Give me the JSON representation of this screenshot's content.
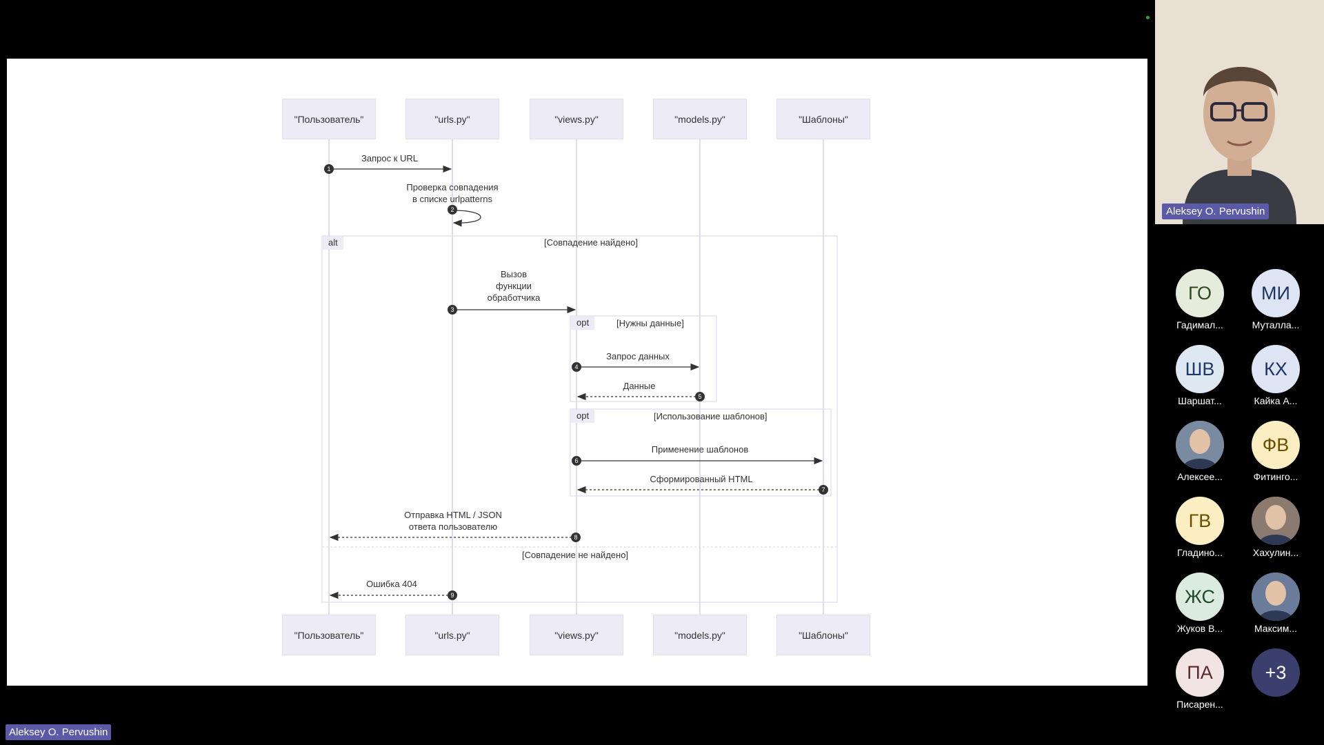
{
  "diagram": {
    "participants": [
      "\"Пользователь\"",
      "\"urls.py\"",
      "\"views.py\"",
      "\"models.py\"",
      "\"Шаблоны\""
    ],
    "messages": {
      "m1": "Запрос к URL",
      "m2_line1": "Проверка совпадения",
      "m2_line2": "в списке urlpatterns",
      "m3_line1": "Вызов",
      "m3_line2": "функции",
      "m3_line3": "обработчика",
      "m4": "Запрос данных",
      "m5": "Данные",
      "m6": "Применение шаблонов",
      "m7": "Сформированный HTML",
      "m8_line1": "Отправка HTML / JSON",
      "m8_line2": "ответа пользователю",
      "m9": "Ошибка 404"
    },
    "fragments": {
      "alt_tag": "alt",
      "alt_guard": "[Совпадение найдено]",
      "else_guard": "[Совпадение не найдено]",
      "opt1_tag": "opt",
      "opt1_guard": "[Нужны данные]",
      "opt2_tag": "opt",
      "opt2_guard": "[Использование шаблонов]"
    },
    "step_numbers": [
      "1",
      "2",
      "3",
      "4",
      "5",
      "6",
      "7",
      "8",
      "9"
    ]
  },
  "camera": {
    "speaker_name": "Aleksey O. Pervushin"
  },
  "participants_panel": [
    {
      "initials": "ГО",
      "name": "Гадимал...",
      "bg": "#e6ecdc",
      "fg": "#2f4a20"
    },
    {
      "initials": "МИ",
      "name": "Муталла...",
      "bg": "#dde4f3",
      "fg": "#1f3266"
    },
    {
      "initials": "ШВ",
      "name": "Шаршат...",
      "bg": "#dde8f3",
      "fg": "#1f3a66"
    },
    {
      "initials": "КХ",
      "name": "Кайка А...",
      "bg": "#dde4f3",
      "fg": "#1f3266"
    },
    {
      "initials": "",
      "name": "Алексее...",
      "bg": "#7a8aa0",
      "fg": "#ffffff",
      "photo": true
    },
    {
      "initials": "ФВ",
      "name": "Фитинго...",
      "bg": "#fbeec2",
      "fg": "#6b4e00"
    },
    {
      "initials": "ГВ",
      "name": "Гладино...",
      "bg": "#fbeec2",
      "fg": "#6b4e00"
    },
    {
      "initials": "",
      "name": "Хахулин...",
      "bg": "#8a7a70",
      "fg": "#ffffff",
      "photo": true
    },
    {
      "initials": "ЖС",
      "name": "Жуков В...",
      "bg": "#dcebdf",
      "fg": "#1f4a2a"
    },
    {
      "initials": "",
      "name": "Максим...",
      "bg": "#6a7c9a",
      "fg": "#ffffff",
      "photo": true
    },
    {
      "initials": "ПА",
      "name": "Писарен...",
      "bg": "#f3e4e4",
      "fg": "#5a2a2a"
    },
    {
      "initials": "+3",
      "name": "",
      "bg": "#3a3f6e",
      "fg": "#ffffff"
    }
  ],
  "bottom_label": "Aleksey O. Pervushin"
}
